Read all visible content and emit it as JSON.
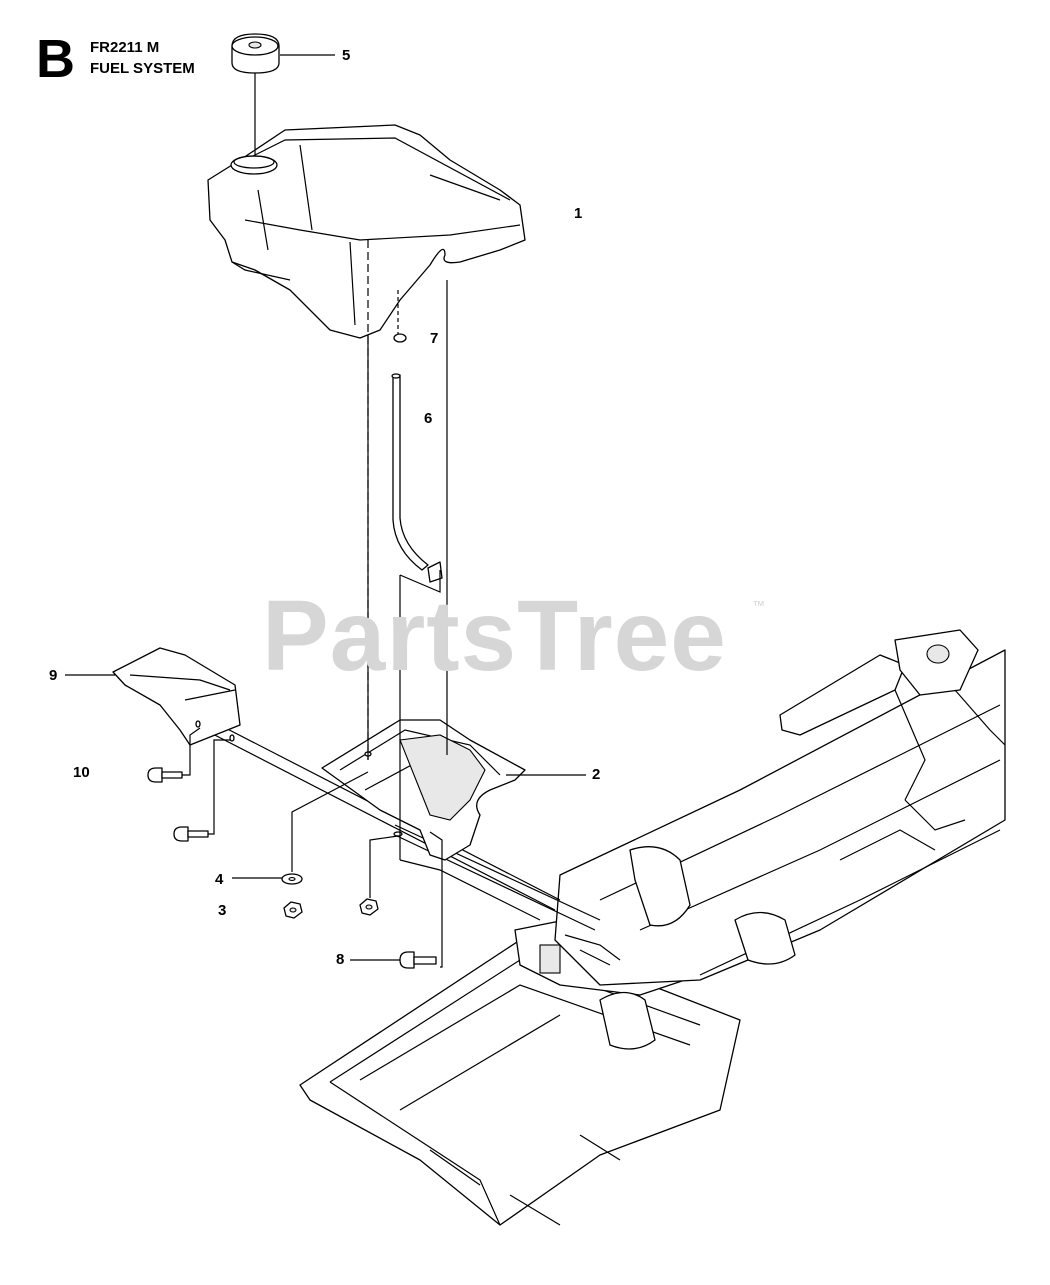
{
  "header": {
    "section_letter": "B",
    "model": "FR2211 M",
    "title": "FUEL SYSTEM"
  },
  "watermark": {
    "text": "PartsTree",
    "trademark": "™"
  },
  "callouts": [
    {
      "id": "1",
      "part": "fuel-tank"
    },
    {
      "id": "2",
      "part": "tank-bracket"
    },
    {
      "id": "3",
      "part": "nut"
    },
    {
      "id": "4",
      "part": "washer"
    },
    {
      "id": "5",
      "part": "fuel-cap"
    },
    {
      "id": "6",
      "part": "fuel-hose"
    },
    {
      "id": "7",
      "part": "hose-clamp"
    },
    {
      "id": "8",
      "part": "bolt"
    },
    {
      "id": "9",
      "part": "heat-shield"
    },
    {
      "id": "10",
      "part": "screw"
    }
  ],
  "colors": {
    "line": "#000000",
    "background": "#ffffff",
    "watermark": "#d6d6d6"
  }
}
